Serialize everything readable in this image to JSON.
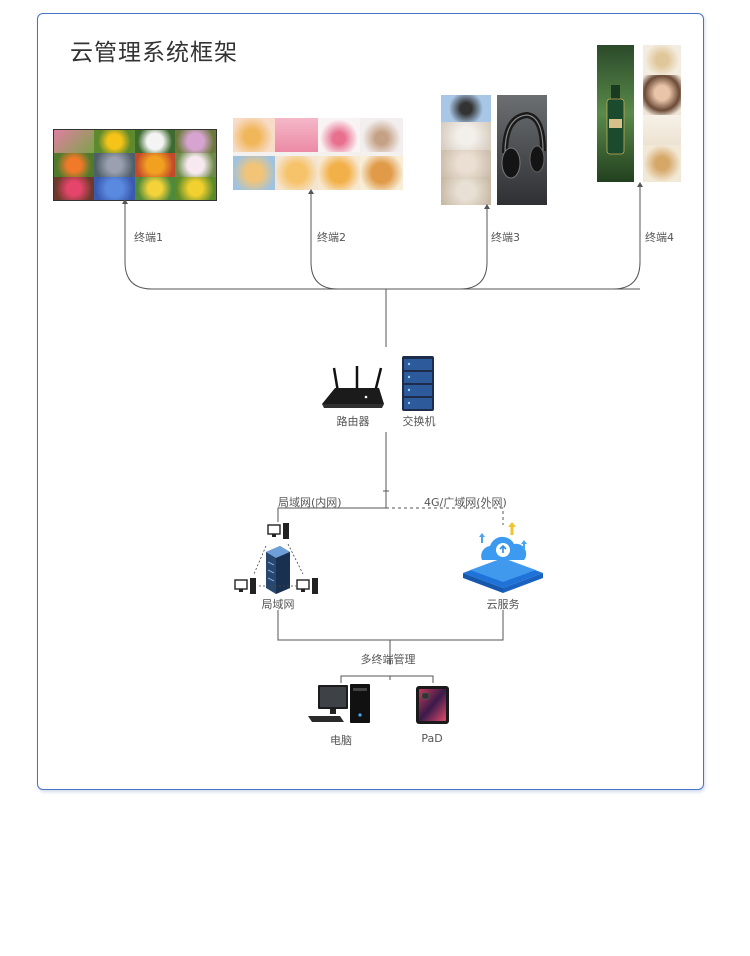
{
  "title": "云管理系统框架",
  "terminals": [
    {
      "label": "终端1"
    },
    {
      "label": "终端2"
    },
    {
      "label": "终端3"
    },
    {
      "label": "终端4"
    }
  ],
  "core": {
    "router_label": "路由器",
    "switch_label": "交换机"
  },
  "links": {
    "lan_link_label": "局域网(内网)",
    "wan_link_label": "4G/广域网(外网)"
  },
  "lan": {
    "label": "局域网"
  },
  "cloud": {
    "label": "云服务"
  },
  "management": {
    "label": "多终端管理",
    "pc_label": "电脑",
    "pad_label": "PaD"
  },
  "colors": {
    "frame_border": "#4a72c6",
    "line": "#555555",
    "cloud_blue": "#2f8be6"
  }
}
